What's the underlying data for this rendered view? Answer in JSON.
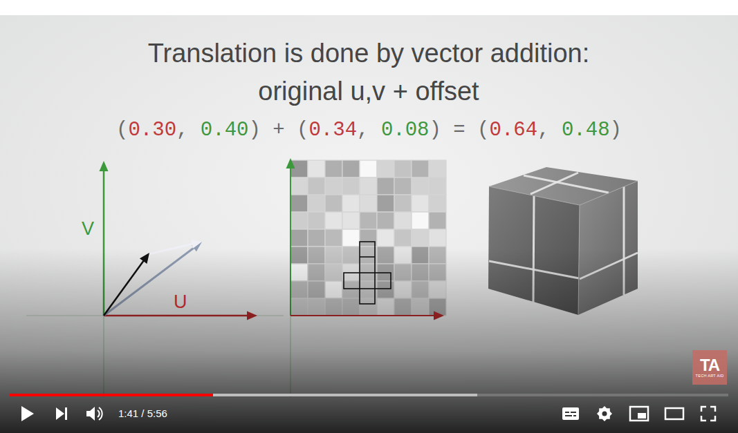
{
  "diagram": {
    "title": "Translation is done by vector addition: original u,v + offset",
    "nodes": [
      {
        "text": [
          "TA",
          "TECH ART AID"
        ]
      }
    ],
    "labels": [
      "V",
      "U",
      "(",
      "0.30",
      ",",
      "0.40",
      ")",
      "+",
      "(",
      "0.34",
      ",",
      "0.08",
      ")",
      "=",
      "(",
      "0.64",
      ",",
      "0.48",
      ")",
      "1:41 / 5:56"
    ]
  }
}
